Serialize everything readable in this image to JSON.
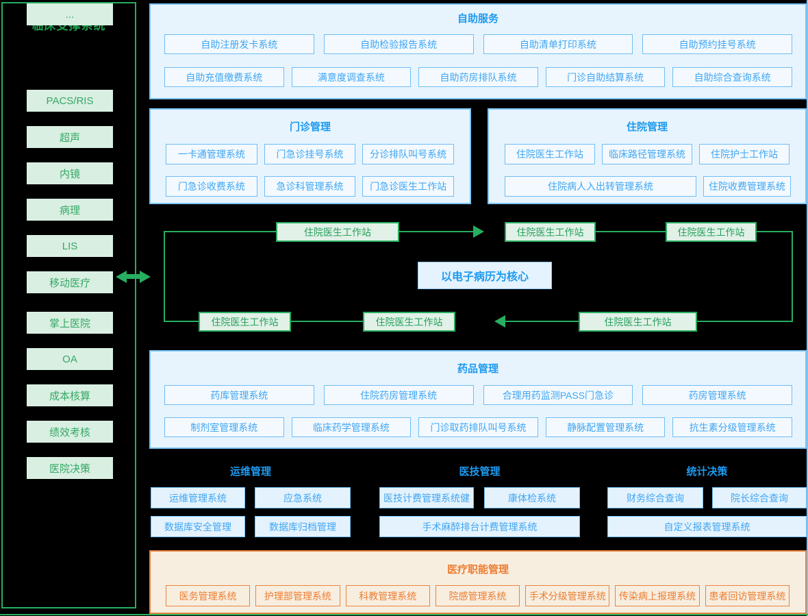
{
  "colors": {
    "green": "#27ae60",
    "blue": "#1e9af0",
    "orange": "#ed7d31"
  },
  "sidebar": {
    "title": "临床支撑系统",
    "items": [
      "PACS/RIS",
      "超声",
      "内镜",
      "病理",
      "LIS",
      "移动医疗",
      "掌上医院",
      "OA",
      "成本核算",
      "绩效考核",
      "医院决策",
      "..."
    ]
  },
  "self_service": {
    "title": "自助服务",
    "row1": [
      "自助注册发卡系统",
      "自助检验报告系统",
      "自助清单打印系统",
      "自助预约挂号系统"
    ],
    "row2": [
      "自助充值缴费系统",
      "满意度调查系统",
      "自助药房排队系统",
      "门诊自助结算系统",
      "自助综合查询系统"
    ]
  },
  "outpatient": {
    "title": "门诊管理",
    "row1": [
      "一卡通管理系统",
      "门急诊挂号系统",
      "分诊排队叫号系统"
    ],
    "row2": [
      "门急诊收费系统",
      "急诊科管理系统",
      "门急诊医生工作站"
    ]
  },
  "inpatient": {
    "title": "住院管理",
    "row1": [
      "住院医生工作站",
      "临床路径管理系统",
      "住院护士工作站"
    ],
    "row2": [
      "住院病人入出转管理系统",
      "住院收费管理系统"
    ]
  },
  "emr_cycle": {
    "center": "以电子病历为核心",
    "node_top_left": "住院医生工作站",
    "node_top_mid": "住院医生工作站",
    "node_top_right": "住院医生工作站",
    "node_bottom_left": "住院医生工作站",
    "node_bottom_mid": "住院医生工作站",
    "node_bottom_right": "住院医生工作站"
  },
  "pharmacy": {
    "title": "药品管理",
    "row1": [
      "药库管理系统",
      "住院药房管理系统",
      "合理用药监测PASS门急诊",
      "药房管理系统"
    ],
    "row2": [
      "制剂室管理系统",
      "临床药学管理系统",
      "门诊取药排队叫号系统",
      "静脉配置管理系统",
      "抗生素分级管理系统"
    ]
  },
  "ops": {
    "title": "运维管理",
    "row1": [
      "运维管理系统",
      "应急系统"
    ],
    "row2": [
      "数据库安全管理",
      "数据库归档管理"
    ]
  },
  "medtech": {
    "title": "医技管理",
    "row1": [
      "医技计费管理系统健",
      "康体检系统"
    ],
    "row2": [
      "手术麻醉排台计费管理系统"
    ]
  },
  "stats": {
    "title": "统计决策",
    "row1": [
      "财务综合查询",
      "院长综合查询"
    ],
    "row2": [
      "自定义报表管理系统"
    ]
  },
  "admin": {
    "title": "医疗职能管理",
    "items": [
      "医务管理系统",
      "护理部管理系统",
      "科教管理系统",
      "院感管理系统",
      "手术分级管理系统",
      "传染病上报理系统",
      "患者回访管理系统"
    ]
  }
}
